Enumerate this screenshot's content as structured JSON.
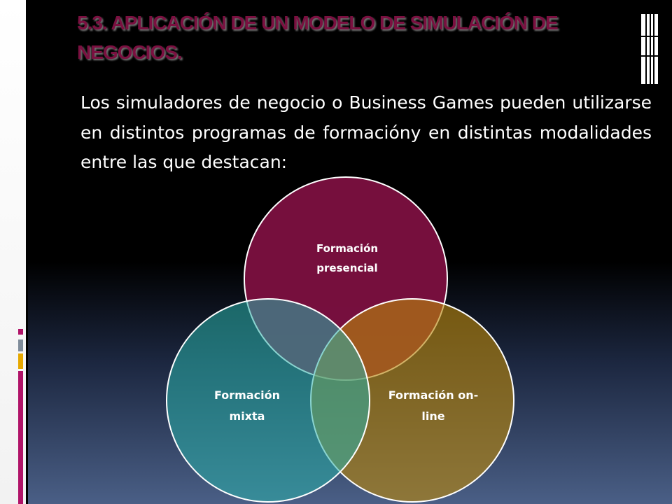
{
  "slide": {
    "title": "5.3. APLICACIÓN DE UN MODELO DE SIMULACIÓN DE NEGOCIOS.",
    "body": "Los simuladores de negocio o Business Games pueden utilizarse en distintos programas de formacióny en distintas modalidades entre las que destacan:"
  },
  "diagram": {
    "circles": [
      {
        "name": "presencial",
        "lines": [
          "Formación",
          "presencial"
        ],
        "color": "#7a0f3f"
      },
      {
        "name": "online",
        "lines": [
          "Formación on-",
          "line"
        ],
        "color": "#8a6210"
      },
      {
        "name": "mixta",
        "lines": [
          "Formación",
          "mixta"
        ],
        "color": "#1e6e6a"
      }
    ]
  },
  "colors": {
    "title": "#7a1040",
    "background_top": "#000000",
    "background_bottom": "#4a5f86",
    "deco_magenta": "#b01368",
    "deco_gray": "#7f8c9a",
    "deco_yellow": "#e6a800"
  }
}
